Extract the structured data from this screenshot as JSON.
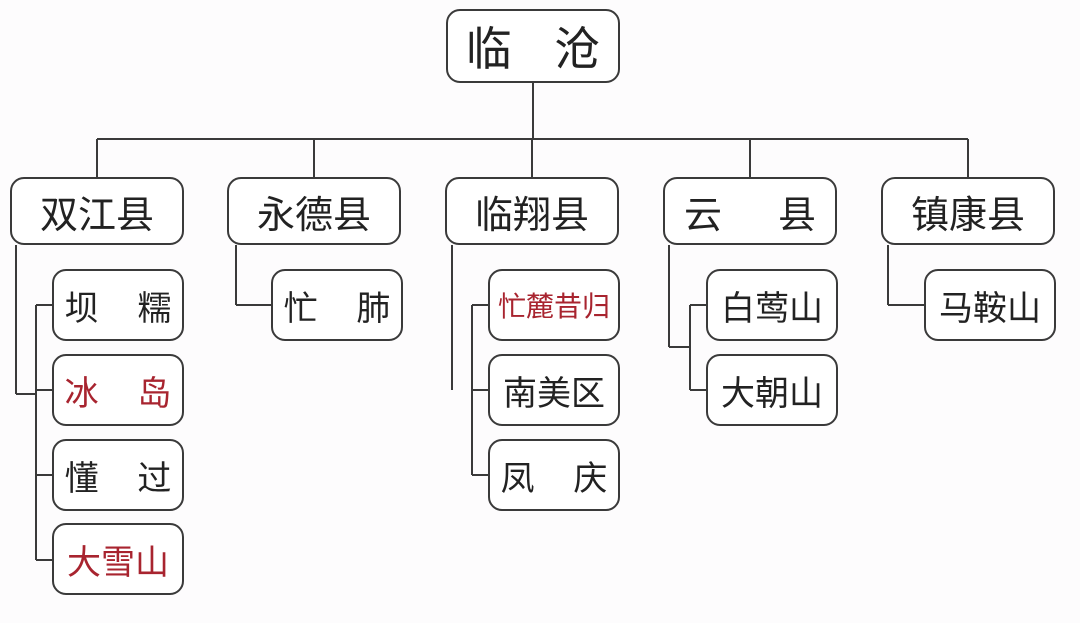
{
  "root": {
    "label": "临 沧"
  },
  "counties": [
    {
      "label": "双江县",
      "children": [
        {
          "label": "坝 糯",
          "highlight": false
        },
        {
          "label": "冰 岛",
          "highlight": true
        },
        {
          "label": "懂 过",
          "highlight": false
        },
        {
          "label": "大雪山",
          "highlight": true
        }
      ]
    },
    {
      "label": "永德县",
      "children": [
        {
          "label": "忙 肺",
          "highlight": false
        }
      ]
    },
    {
      "label": "临翔县",
      "children": [
        {
          "label": "忙麓昔归",
          "highlight": true
        },
        {
          "label": "南美区",
          "highlight": false
        },
        {
          "label": "凤 庆",
          "highlight": false
        }
      ]
    },
    {
      "label": "云 县",
      "children": [
        {
          "label": "白莺山",
          "highlight": false
        },
        {
          "label": "大朝山",
          "highlight": false
        }
      ]
    },
    {
      "label": "镇康县",
      "children": [
        {
          "label": "马鞍山",
          "highlight": false
        }
      ]
    }
  ],
  "colors": {
    "line": "#3a3a3a",
    "text": "#222222",
    "highlight": "#a8242f",
    "background": "#fdfcfd"
  }
}
